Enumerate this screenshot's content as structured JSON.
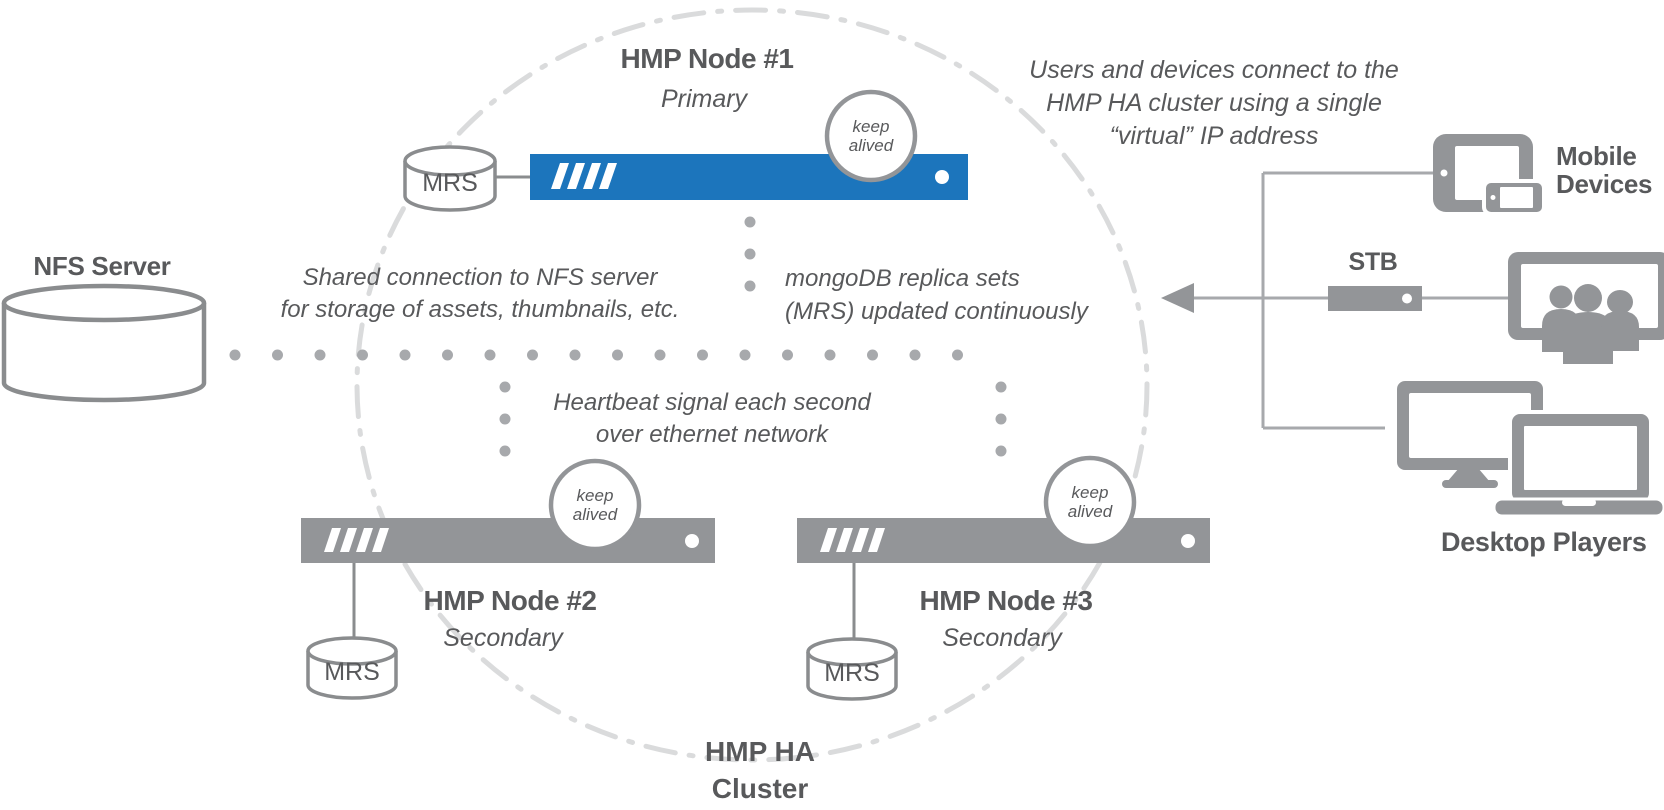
{
  "diagram": {
    "cluster_label": [
      "HMP HA",
      "Cluster"
    ],
    "nfs_label": "NFS Server",
    "nodes": [
      {
        "title": "HMP Node #1",
        "role": "Primary",
        "keepalive": [
          "keep",
          "alived"
        ],
        "db": "MRS"
      },
      {
        "title": "HMP Node #2",
        "role": "Secondary",
        "keepalive": [
          "keep",
          "alived"
        ],
        "db": "MRS"
      },
      {
        "title": "HMP Node #3",
        "role": "Secondary",
        "keepalive": [
          "keep",
          "alived"
        ],
        "db": "MRS"
      }
    ],
    "annotations": {
      "shared_nfs": [
        "Shared connection to NFS server",
        "for storage of assets, thumbnails, etc."
      ],
      "mongo": [
        "mongoDB replica sets",
        "(MRS) updated continuously"
      ],
      "heartbeat": [
        "Heartbeat signal each second",
        "over ethernet network"
      ],
      "users": [
        "Users and devices connect to the",
        "HMP HA cluster using a single",
        "“virtual” IP address"
      ]
    },
    "devices": {
      "mobile": [
        "Mobile",
        "Devices"
      ],
      "stb": "STB",
      "desktop": "Desktop Players"
    },
    "colors": {
      "primary_blue": "#1C75BC",
      "bar_gray": "#939598",
      "text_dark": "#58595B",
      "dot_gray": "#A7A9AC",
      "dash_ring": "#DADBDC",
      "line_gray": "#A7A9AC"
    }
  }
}
